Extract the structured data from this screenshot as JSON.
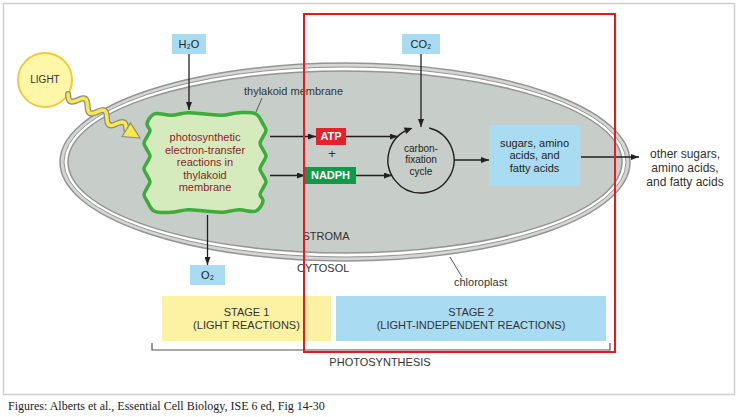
{
  "diagram": {
    "caption": "Figures: Alberts et al., Essential Cell Biology, ISE 6 ed, Fig 14-30",
    "nodes": [
      {
        "text": [
          "LIGHT"
        ]
      },
      {
        "text": [
          "H₂O"
        ]
      },
      {
        "text": [
          "CO₂"
        ]
      },
      {
        "text": [
          "STROMA"
        ]
      },
      {
        "text": [
          "photosynthetic electron-transfer reactions in thylakoid membrane"
        ],
        "in": 3
      },
      {
        "text": [
          "ATP"
        ],
        "in": 3
      },
      {
        "text": [
          "NADPH"
        ],
        "in": 3
      },
      {
        "text": [
          "carbon-fixation cycle"
        ],
        "in": 3
      },
      {
        "text": [
          "sugars, amino acids, and fatty acids"
        ],
        "in": 3
      },
      {
        "text": [
          "O₂"
        ]
      },
      {
        "text": [
          "STAGE 1",
          "(LIGHT REACTIONS)"
        ]
      },
      {
        "text": [
          "STAGE 2",
          "(LIGHT-INDEPENDENT REACTIONS)"
        ]
      }
    ],
    "edges": [
      {
        "from": 0,
        "to": 4,
        "arrow": "to"
      },
      {
        "from": 1,
        "to": 4,
        "arrow": "to"
      },
      {
        "from": 4,
        "to": 5,
        "arrow": "to"
      },
      {
        "from": 4,
        "to": 6,
        "arrow": "to"
      },
      {
        "from": 5,
        "to": 7,
        "arrow": "to"
      },
      {
        "from": 6,
        "to": 7,
        "arrow": "to"
      },
      {
        "from": 2,
        "to": 7,
        "arrow": "to"
      },
      {
        "from": 7,
        "to": 8,
        "arrow": "to"
      },
      {
        "from": 4,
        "to": 9,
        "arrow": "to"
      }
    ],
    "labels": [
      "thylakoid membrane",
      "+",
      "other sugars, amino acids, and fatty acids",
      "CYTOSOL",
      "chloroplast",
      "PHOTOSYNTHESIS"
    ]
  }
}
